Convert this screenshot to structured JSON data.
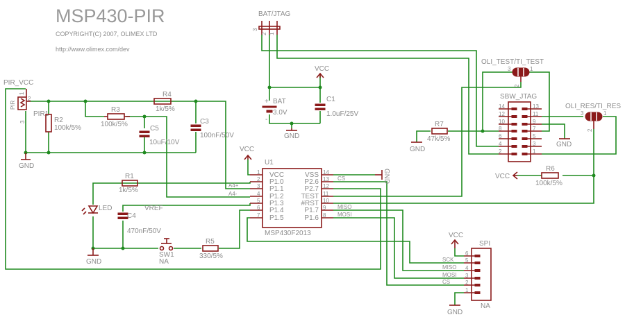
{
  "header": {
    "title": "MSP430-PIR",
    "copyright": "COPYRIGHT(C) 2007, OLIMEX LTD",
    "url": "http://www.olimex.com/dev"
  },
  "colors": {
    "wire": "#1f8a1f",
    "part": "#8b1a1a",
    "text": "#8c8c8c"
  },
  "nets": {
    "pir_vcc": "PIR_VCC",
    "vcc": "VCC",
    "gnd": "GND",
    "a4p": "A4+",
    "a4m": "A4-",
    "vref": "VREF",
    "cs": "CS",
    "miso": "MISO",
    "mosi": "MOSI",
    "sck": "SCK"
  },
  "components": {
    "pir": {
      "name": "PIR",
      "ref": "PIR1",
      "pins": [
        "1",
        "2",
        "3"
      ]
    },
    "r1": {
      "name": "R1",
      "value": "1k/5%"
    },
    "r2": {
      "name": "R2",
      "value": "100k/5%"
    },
    "r3": {
      "name": "R3",
      "value": "100k/5%"
    },
    "r4": {
      "name": "R4",
      "value": "1k/5%"
    },
    "r5": {
      "name": "R5",
      "value": "330/5%"
    },
    "r6": {
      "name": "R6",
      "value": "100k/5%"
    },
    "r7": {
      "name": "R7",
      "value": "47k/5%"
    },
    "c1": {
      "name": "C1",
      "value": "1.0uF/25V"
    },
    "c3": {
      "name": "C3",
      "value": "100nF/50V"
    },
    "c4": {
      "name": "C4",
      "value": "470nF/50V"
    },
    "c5": {
      "name": "C5",
      "value": "10uF/10V"
    },
    "bat": {
      "name": "BAT",
      "value": "3.0V",
      "plus": "+",
      "minus": "-"
    },
    "led": {
      "name": "LED"
    },
    "sw1": {
      "name": "SW1",
      "value": "NA"
    },
    "bat_jtag": {
      "name": "BAT/JTAG",
      "pins": [
        "3",
        "2",
        "1"
      ]
    },
    "oli_test": {
      "name": "OLI_TEST/TI_TEST",
      "pins": [
        "3",
        "2",
        "1"
      ]
    },
    "oli_res": {
      "name": "OLI_RES/TI_RES",
      "pins": [
        "3",
        "2",
        "1"
      ]
    },
    "sbw_jtag": {
      "name": "SBW_JTAG",
      "left_pins": [
        "14",
        "12",
        "10",
        "8",
        "6",
        "4",
        "2"
      ],
      "right_pins": [
        "13",
        "11",
        "9",
        "7",
        "5",
        "3",
        "1"
      ]
    },
    "spi": {
      "name": "SPI",
      "value": "NA",
      "pins": [
        "6",
        "5",
        "4",
        "3",
        "2",
        "1"
      ]
    },
    "u1": {
      "name": "U1",
      "part": "MSP430F2013",
      "left": [
        {
          "num": "1",
          "label": "VCC"
        },
        {
          "num": "2",
          "label": "P1.0"
        },
        {
          "num": "3",
          "label": "P1.1"
        },
        {
          "num": "4",
          "label": "P1.2"
        },
        {
          "num": "5",
          "label": "P1.3"
        },
        {
          "num": "6",
          "label": "P1.4"
        },
        {
          "num": "7",
          "label": "P1.5"
        }
      ],
      "right": [
        {
          "num": "14",
          "label": "VSS"
        },
        {
          "num": "13",
          "label": "P2.6"
        },
        {
          "num": "12",
          "label": "P2.7"
        },
        {
          "num": "11",
          "label": "TEST"
        },
        {
          "num": "10",
          "label": "#RST"
        },
        {
          "num": "9",
          "label": "P1.7"
        },
        {
          "num": "8",
          "label": "P1.6"
        }
      ]
    }
  }
}
